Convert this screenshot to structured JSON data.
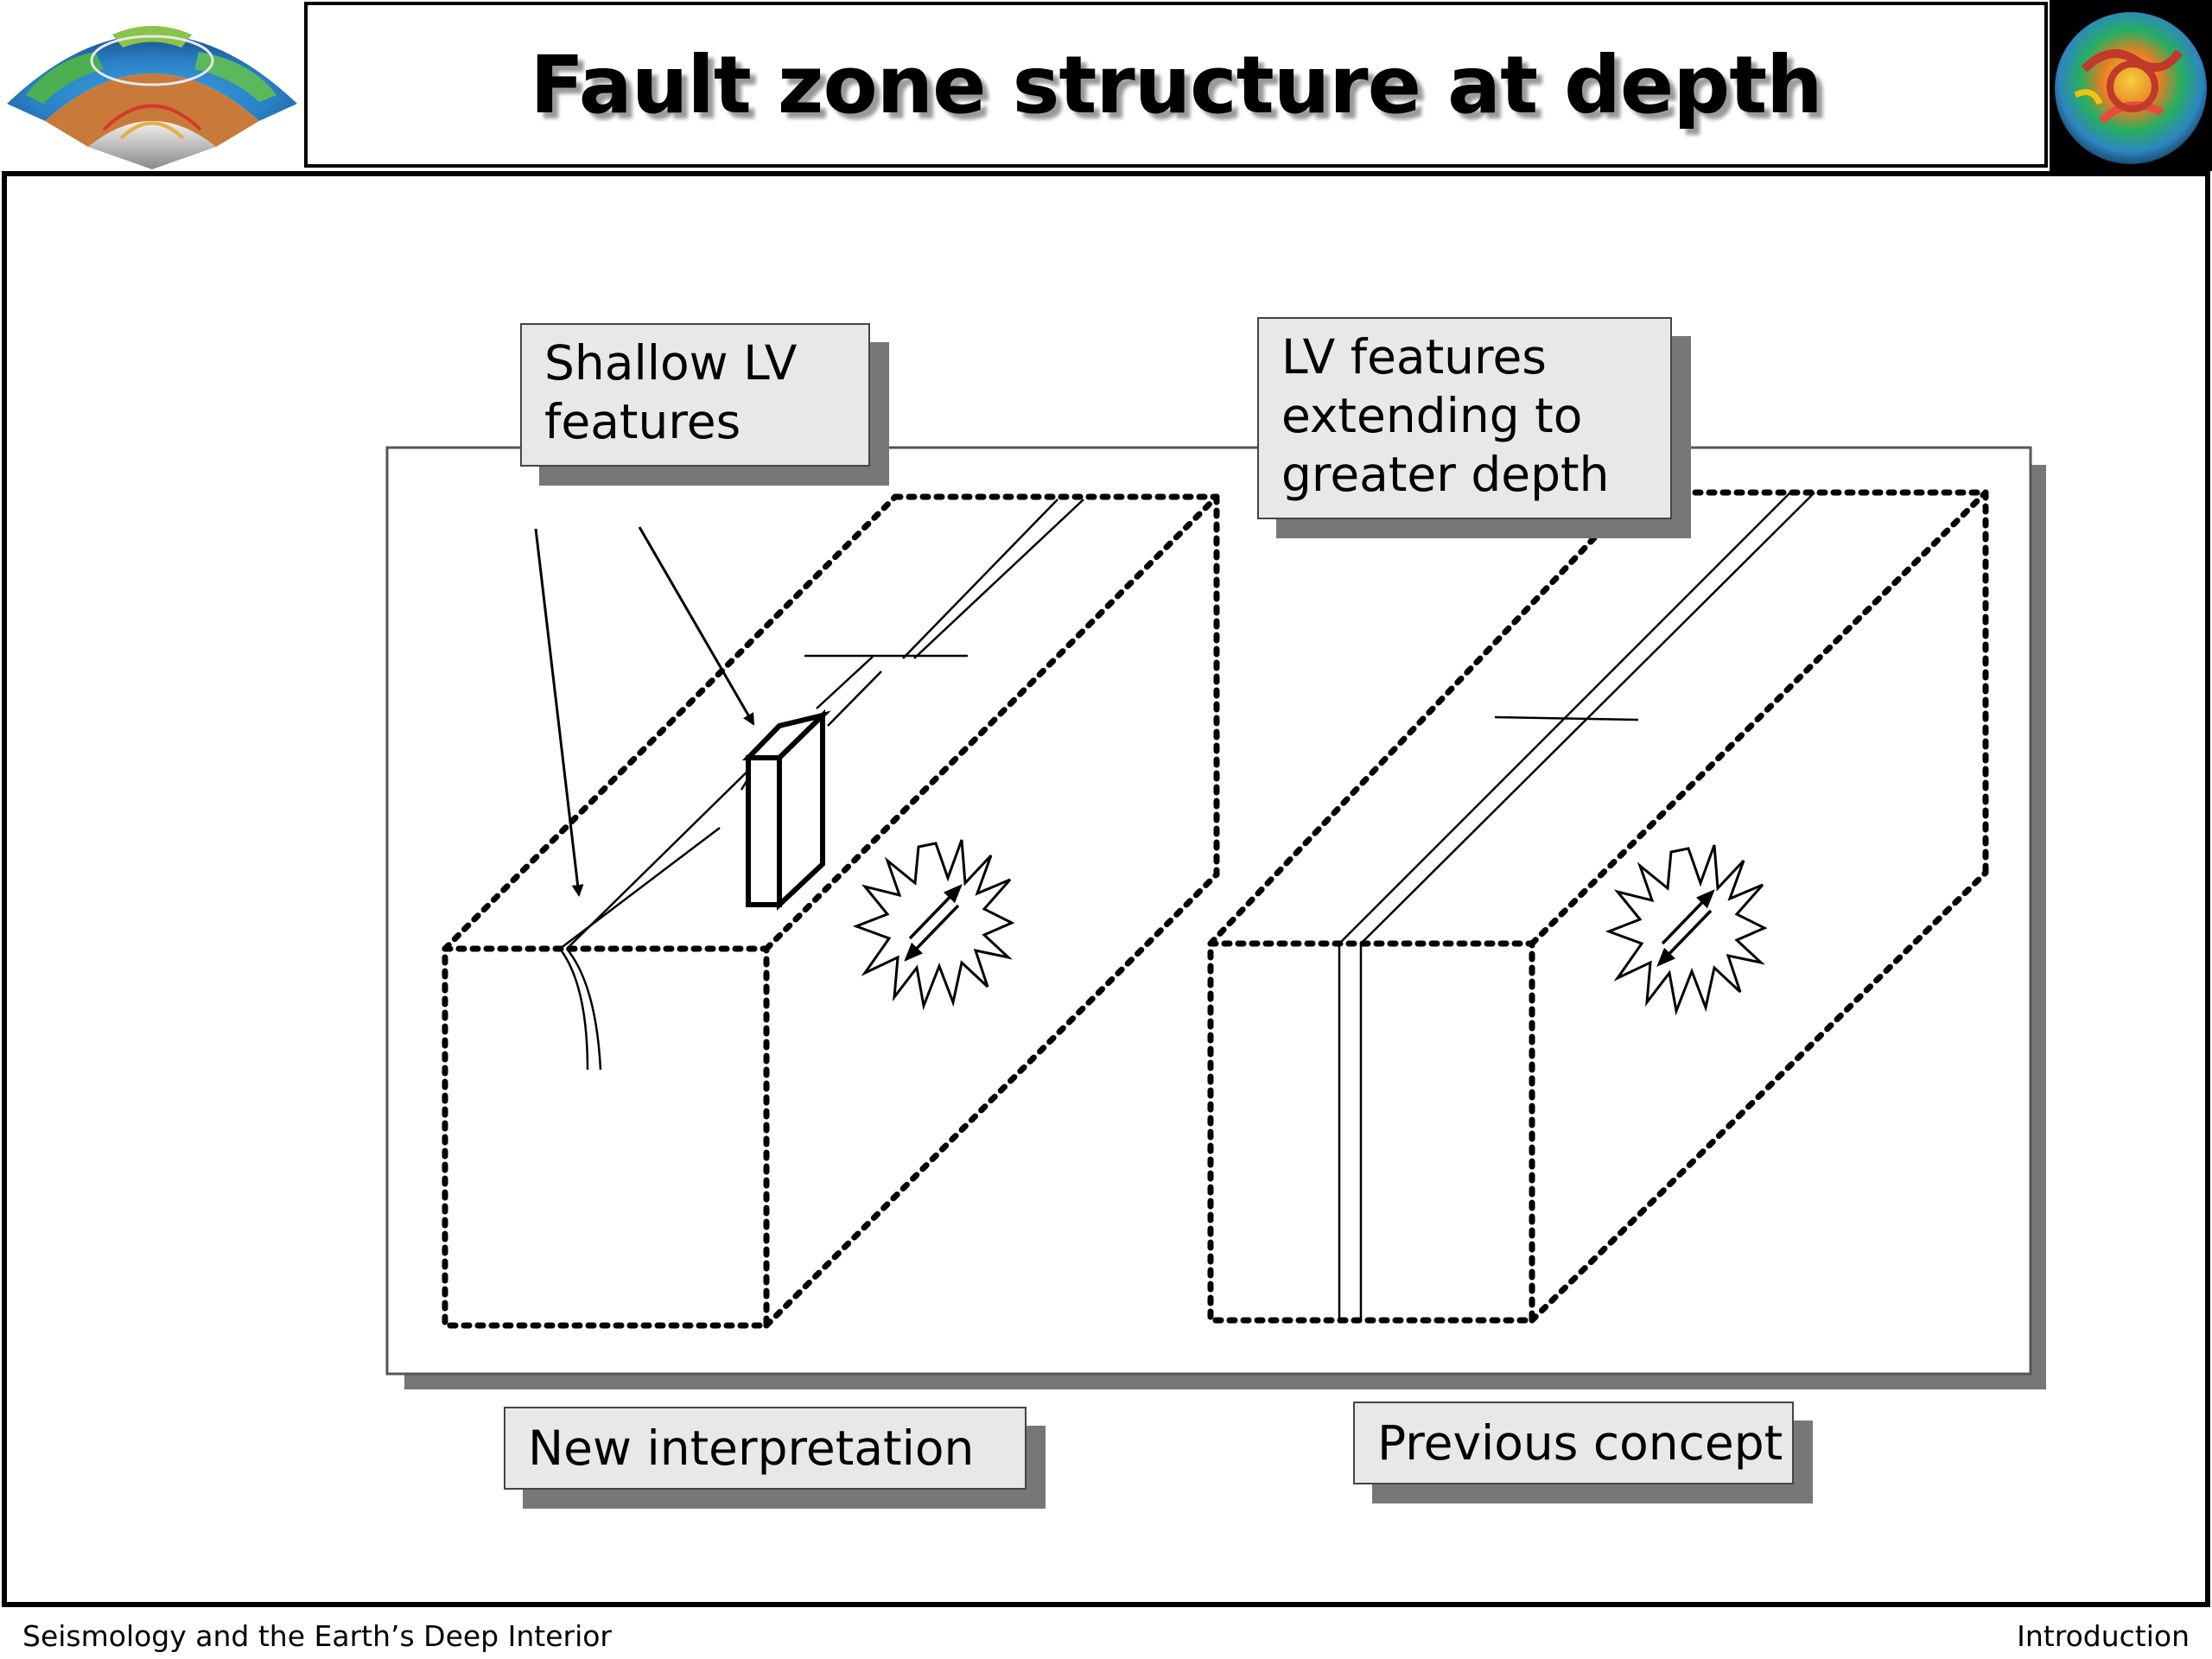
{
  "slide": {
    "title": "Fault zone structure at depth",
    "footer_left": "Seismology and the Earth’s Deep Interior",
    "footer_right": "Introduction"
  },
  "labels": {
    "shallow": [
      "Shallow LV",
      "features"
    ],
    "extending": [
      "LV features",
      "extending to",
      "greater depth"
    ],
    "new_interpretation": "New interpretation",
    "previous_concept": "Previous concept"
  },
  "icons": {
    "left_logo": "earth-cutaway-icon",
    "right_logo": "tomography-globe-icon",
    "earthquake": "earthquake-star-icon"
  },
  "colors": {
    "shadow": "#777777",
    "label_fill": "#e8e8e8"
  }
}
